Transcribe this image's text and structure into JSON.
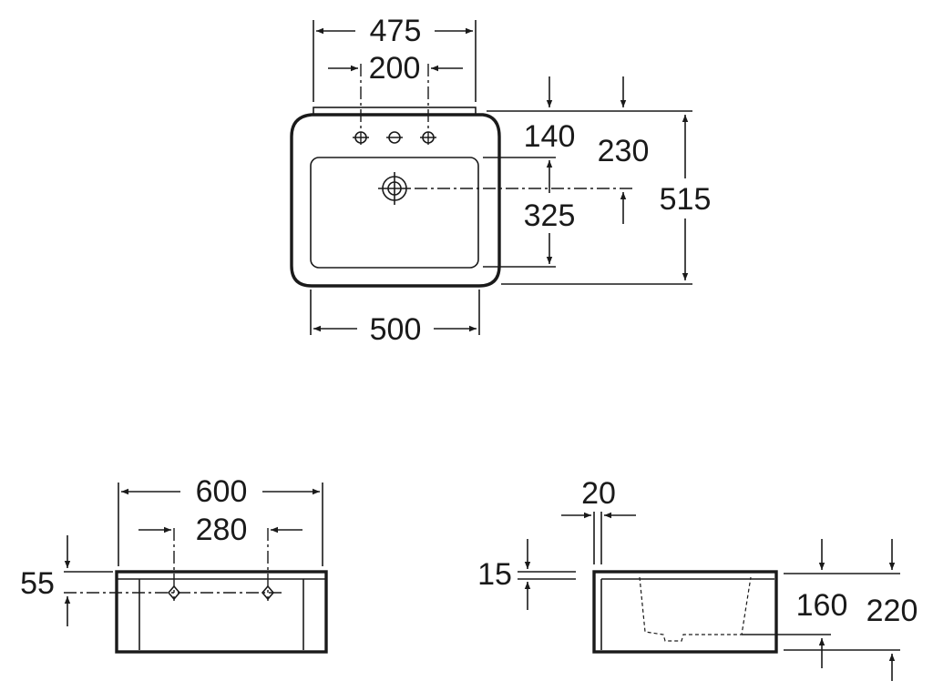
{
  "top_view": {
    "width_top": "475",
    "tap_spacing": "200",
    "depth_to_taps": "140",
    "depth_to_drain": "230",
    "bowl_depth": "325",
    "total_depth": "515",
    "width_bottom": "500"
  },
  "front_view": {
    "width": "600",
    "hole_spacing": "280",
    "hole_height": "55"
  },
  "side_view": {
    "rim_thickness": "20",
    "edge_height": "15",
    "bowl_height": "160",
    "total_height": "220"
  },
  "colors": {
    "line": "#1a1a1a",
    "background": "#ffffff"
  }
}
